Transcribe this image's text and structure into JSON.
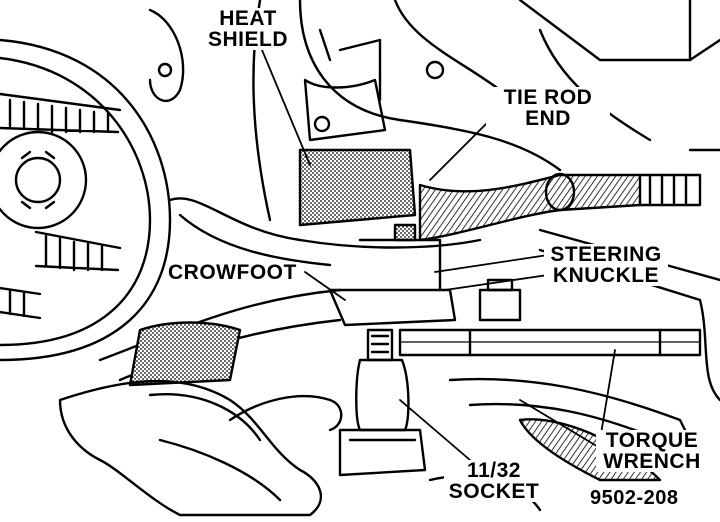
{
  "figure": {
    "callouts": [
      {
        "id": "heat-shield",
        "lines": [
          "HEAT",
          "SHIELD"
        ]
      },
      {
        "id": "tie-rod-end",
        "lines": [
          "TIE ROD",
          "END"
        ]
      },
      {
        "id": "steering-knuckle",
        "lines": [
          "STEERING",
          "KNUCKLE"
        ]
      },
      {
        "id": "crowfoot",
        "lines": [
          "CROWFOOT"
        ]
      },
      {
        "id": "torque-wrench",
        "lines": [
          "TORQUE",
          "WRENCH"
        ]
      },
      {
        "id": "socket",
        "lines": [
          "11/32",
          "SOCKET"
        ]
      }
    ],
    "figure_number": "9502-208",
    "line_color": "#000000",
    "background_color": "#ffffff"
  }
}
